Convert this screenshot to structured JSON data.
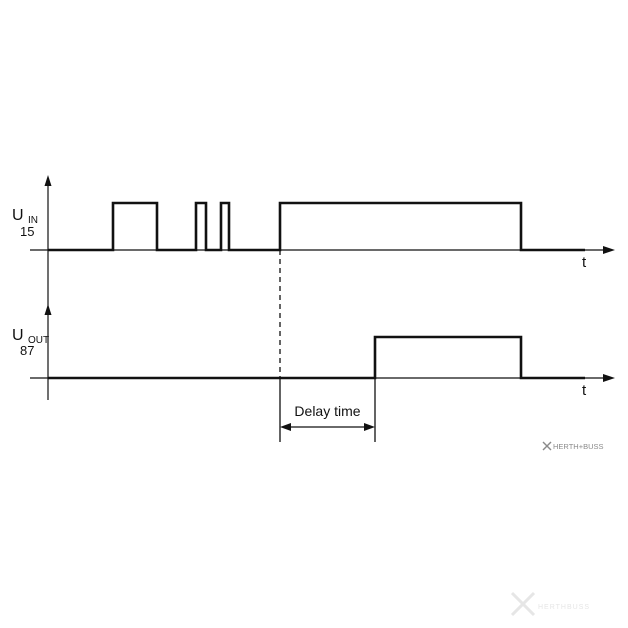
{
  "colors": {
    "ink": "#111111",
    "brand_gray": "#8a8a8a",
    "watermark": "#e6e6e6"
  },
  "input_signal": {
    "label_main": "U",
    "label_sub": "IN",
    "terminal": "15",
    "time_axis_label": "t"
  },
  "output_signal": {
    "label_main": "U",
    "label_sub": "OUT",
    "terminal": "87",
    "time_axis_label": "t"
  },
  "delay": {
    "label": "Delay time"
  },
  "brand": {
    "logo_text": "HERTH+BUSS"
  },
  "watermark": {
    "text": "HERTHBUSS"
  }
}
